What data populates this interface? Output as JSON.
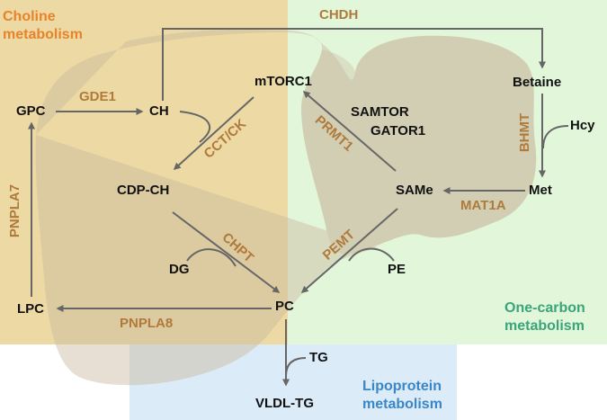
{
  "regions": {
    "choline": {
      "line1": "Choline",
      "line2": "metabolism",
      "color": "#e8832a",
      "fill": "#e9d7a6"
    },
    "one_carbon": {
      "line1": "One-carbon",
      "line2": "metabolism",
      "color": "#3aa57a",
      "fill": "#e3f7dc"
    },
    "lipoprotein": {
      "line1": "Lipoprotein",
      "line2": "metabolism",
      "color": "#3b86c6",
      "fill": "#dcebf8"
    }
  },
  "nodes": {
    "gpc": "GPC",
    "ch": "CH",
    "mtorc1": "mTORC1",
    "betaine": "Betaine",
    "hcy": "Hcy",
    "samtor": "SAMTOR",
    "gator1": "GATOR1",
    "cdp_ch": "CDP-CH",
    "same": "SAMe",
    "met": "Met",
    "dg": "DG",
    "pe": "PE",
    "lpc": "LPC",
    "pc": "PC",
    "tg": "TG",
    "vldl_tg": "VLDL-TG"
  },
  "enzymes": {
    "chdh": "CHDH",
    "gde1": "GDE1",
    "cct_ck": "CCT/CK",
    "prmt1": "PRMT1",
    "bhmt": "BHMT",
    "mat1a": "MAT1A",
    "pnpla7": "PNPLA7",
    "chpt": "CHPT",
    "pemt": "PEMT",
    "pnpla8": "PNPLA8"
  },
  "colors": {
    "arrow": "#666666",
    "enzyme": "#b07a3a",
    "liver": "#a89a88"
  }
}
